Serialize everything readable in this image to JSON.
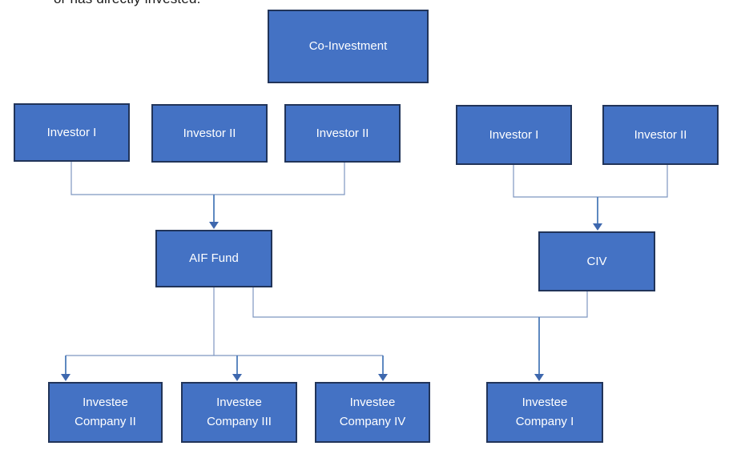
{
  "caption": {
    "text": "or has directly invested."
  },
  "colors": {
    "box_fill": "#4472C4",
    "box_border": "#213459",
    "connector": "#7E96C0",
    "arrow_stem": "#4D7CBA",
    "arrowhead": "#3E68AE",
    "node_text": "#FFFFFF",
    "caption_text": "#1A1A1A"
  },
  "diagram": {
    "nodes": {
      "co_investment": {
        "label": "Co-Investment"
      },
      "investor_i_left": {
        "label": "Investor I"
      },
      "investor_ii_left": {
        "label": "Investor II"
      },
      "investor_ii_left_2": {
        "label": "Investor II"
      },
      "investor_i_right": {
        "label": "Investor I"
      },
      "investor_ii_right": {
        "label": "Investor II"
      },
      "aif_fund": {
        "label": "AIF Fund"
      },
      "civ": {
        "label": "CIV"
      },
      "investee_company_ii": {
        "label": "Investee\nCompany II"
      },
      "investee_company_iii": {
        "label": "Investee\nCompany III"
      },
      "investee_company_iv": {
        "label": "Investee\nCompany IV"
      },
      "investee_company_i": {
        "label": "Investee\nCompany I"
      }
    },
    "edges": [
      {
        "from": [
          "Investor I",
          "Investor II"
        ],
        "to": "AIF Fund",
        "arrow": true
      },
      {
        "from": [
          "Investor I",
          "Investor II"
        ],
        "to": "CIV",
        "arrow": true
      },
      {
        "from": "AIF Fund",
        "to": [
          "Investee Company II",
          "Investee Company III",
          "Investee Company IV"
        ],
        "arrow": true
      },
      {
        "from": [
          "AIF Fund",
          "CIV"
        ],
        "to": "Investee Company I",
        "arrow": true
      }
    ]
  }
}
